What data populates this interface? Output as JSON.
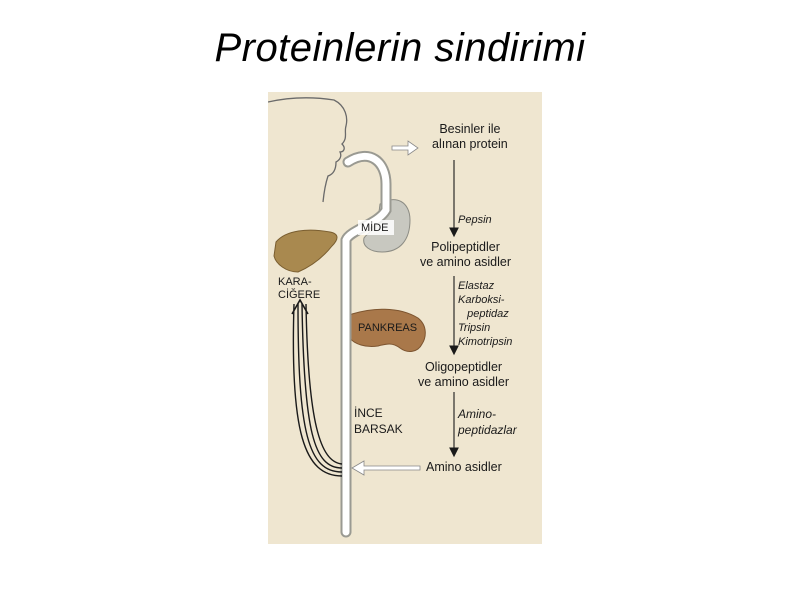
{
  "title": "Proteinlerin sindirimi",
  "figure": {
    "steps": {
      "food_protein": "Besinler ile\nalınan protein",
      "polypeptides": "Polipeptidler\nve amino asidler",
      "oligopeptides": "Oligopeptidler\nve amino asidler",
      "amino_acids": "Amino asidler"
    },
    "enzymes": {
      "stomach": "Pepsin",
      "pancreas": "Elastaz\nKarboksi-\n   peptidaz\nTripsin\nKimotripsin",
      "intestine": "Amino-\npeptidazlar"
    },
    "organs": {
      "stomach": "MİDE",
      "liver": "KARA-\nCİĞERE",
      "pancreas": "PANKREAS",
      "small_intestine": "İNCE\nBARSAK"
    },
    "colors": {
      "background": "#efe6d0",
      "liver": "#a9894f",
      "pancreas": "#a9784a",
      "stomach": "#c8c8c0"
    }
  }
}
